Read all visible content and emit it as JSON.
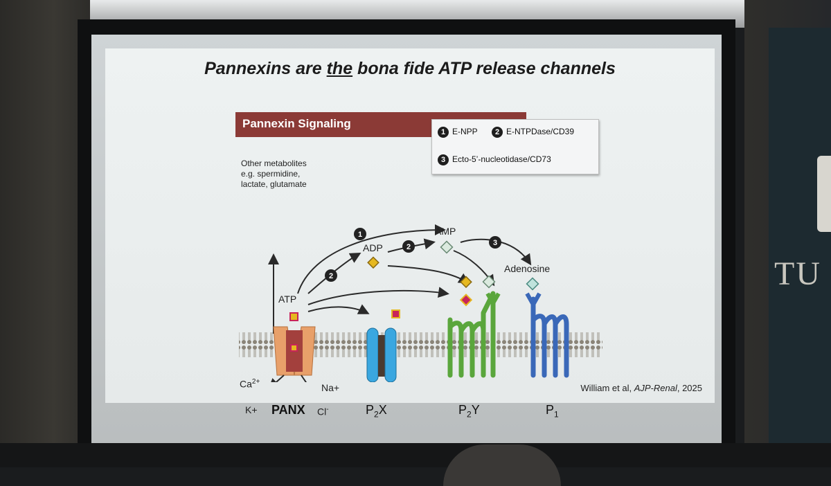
{
  "slide": {
    "title_pre": "Pannexins are ",
    "title_underlined": "the",
    "title_post": " bona fide ATP release channels",
    "banner": "Pannexin Signaling",
    "legend": [
      {
        "num": "1",
        "label": "E-NPP"
      },
      {
        "num": "2",
        "label": "E-NTPDase/CD39"
      },
      {
        "num": "3",
        "label": "Ecto-5’-nucleotidase/CD73"
      }
    ],
    "metabolites": [
      "Other metabolites",
      "e.g. spermidine,",
      "lactate, glutamate"
    ],
    "labels": {
      "atp": "ATP",
      "adp": "ADP",
      "amp": "AMP",
      "adenosine": "Adenosine",
      "ca": "Ca",
      "ca_sup": "2+",
      "k": "K+",
      "na": "Na+",
      "cl": "Cl",
      "cl_sup": "-"
    },
    "receptors": {
      "panx": "PANX",
      "p2x_p": "P",
      "p2x_sub": "2",
      "p2x_x": "X",
      "p2y_p": "P",
      "p2y_sub": "2",
      "p2y_y": "Y",
      "p1_p": "P",
      "p1_sub": "1"
    },
    "citation_pre": "William et al, ",
    "citation_journal": "AJP-Renal",
    "citation_post": ", 2025"
  },
  "room": {
    "sign_text": "TU"
  },
  "colors": {
    "banner": "#8b3a36",
    "panx_outer": "#e8a06a",
    "panx_inner": "#a3403d",
    "p2x": "#3aa7e0",
    "p2y": "#5aa63c",
    "p1": "#3a68b8",
    "atp_marker": "#c8245a",
    "adp_marker": "#e6b820",
    "amp_marker": "#cfe6d8"
  }
}
